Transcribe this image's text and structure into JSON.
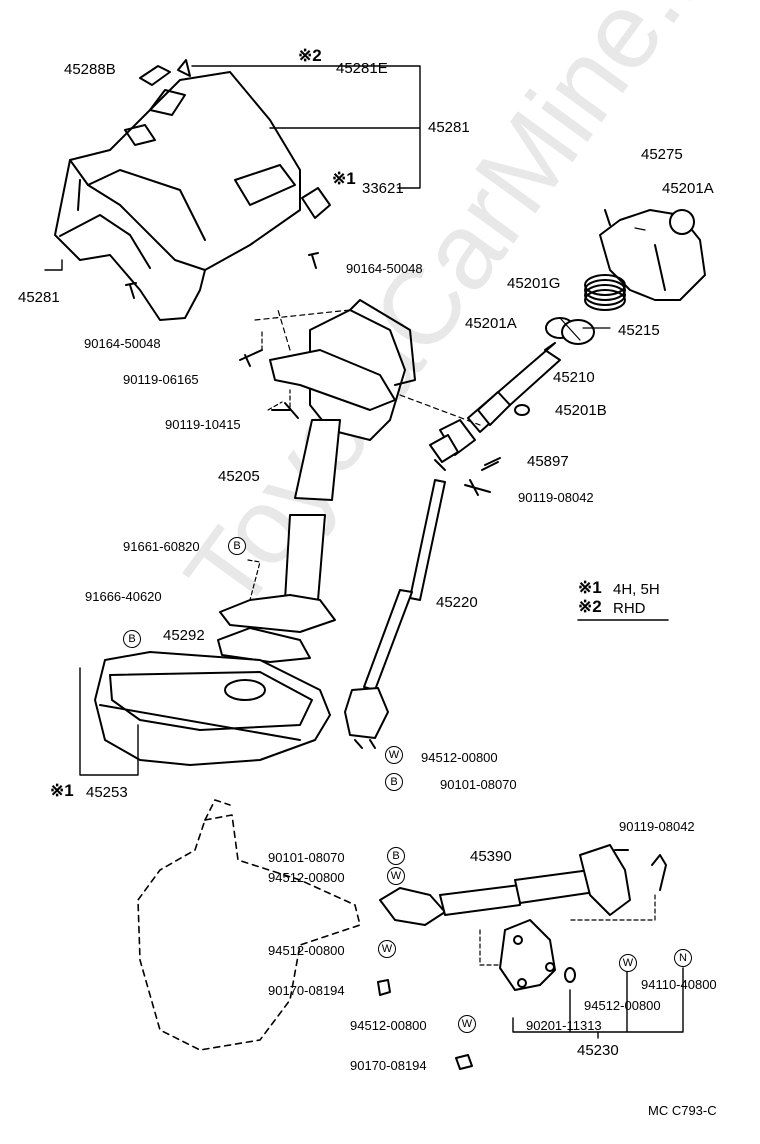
{
  "watermark": "ToyotaCarMine.ru",
  "drawing_code": "MC  C793-C",
  "legend": [
    {
      "mark": "※1",
      "text": "4H, 5H"
    },
    {
      "mark": "※2",
      "text": "RHD"
    }
  ],
  "marks": {
    "m1": "※1",
    "m2": "※2"
  },
  "part_labels": {
    "p45288B": "45288B",
    "p45281E": "45281E",
    "p45281_right": "45281",
    "p33621": "33621",
    "p45281_left": "45281",
    "p90164_a": "90164-50048",
    "p90164_b": "90164-50048",
    "p45275": "45275",
    "p45201A_top": "45201A",
    "p45201G": "45201G",
    "p45201A_mid": "45201A",
    "p45215": "45215",
    "p45210": "45210",
    "p45201B": "45201B",
    "p90119_06165": "90119-06165",
    "p90119_10415": "90119-10415",
    "p45205": "45205",
    "p45897": "45897",
    "p90119_08042_a": "90119-08042",
    "p91661": "91661-60820",
    "p91666": "91666-40620",
    "p45292": "45292",
    "p45220": "45220",
    "p45253": "45253",
    "p94512_a": "94512-00800",
    "p90101_a": "90101-08070",
    "p90119_08042_b": "90119-08042",
    "p90101_b": "90101-08070",
    "p94512_b": "94512-00800",
    "p45390": "45390",
    "p94512_c": "94512-00800",
    "p90170_a": "90170-08194",
    "p94110": "94110-40800",
    "p94512_d": "94512-00800",
    "p94512_e": "94512-00800",
    "p90201": "90201-11313",
    "p45230": "45230",
    "p90170_b": "90170-08194"
  },
  "symbols": {
    "b1": "B",
    "b2": "B",
    "b3": "B",
    "b4": "B",
    "w1": "W",
    "w2": "W",
    "w3": "W",
    "w4": "W",
    "w5": "W",
    "n1": "N"
  }
}
